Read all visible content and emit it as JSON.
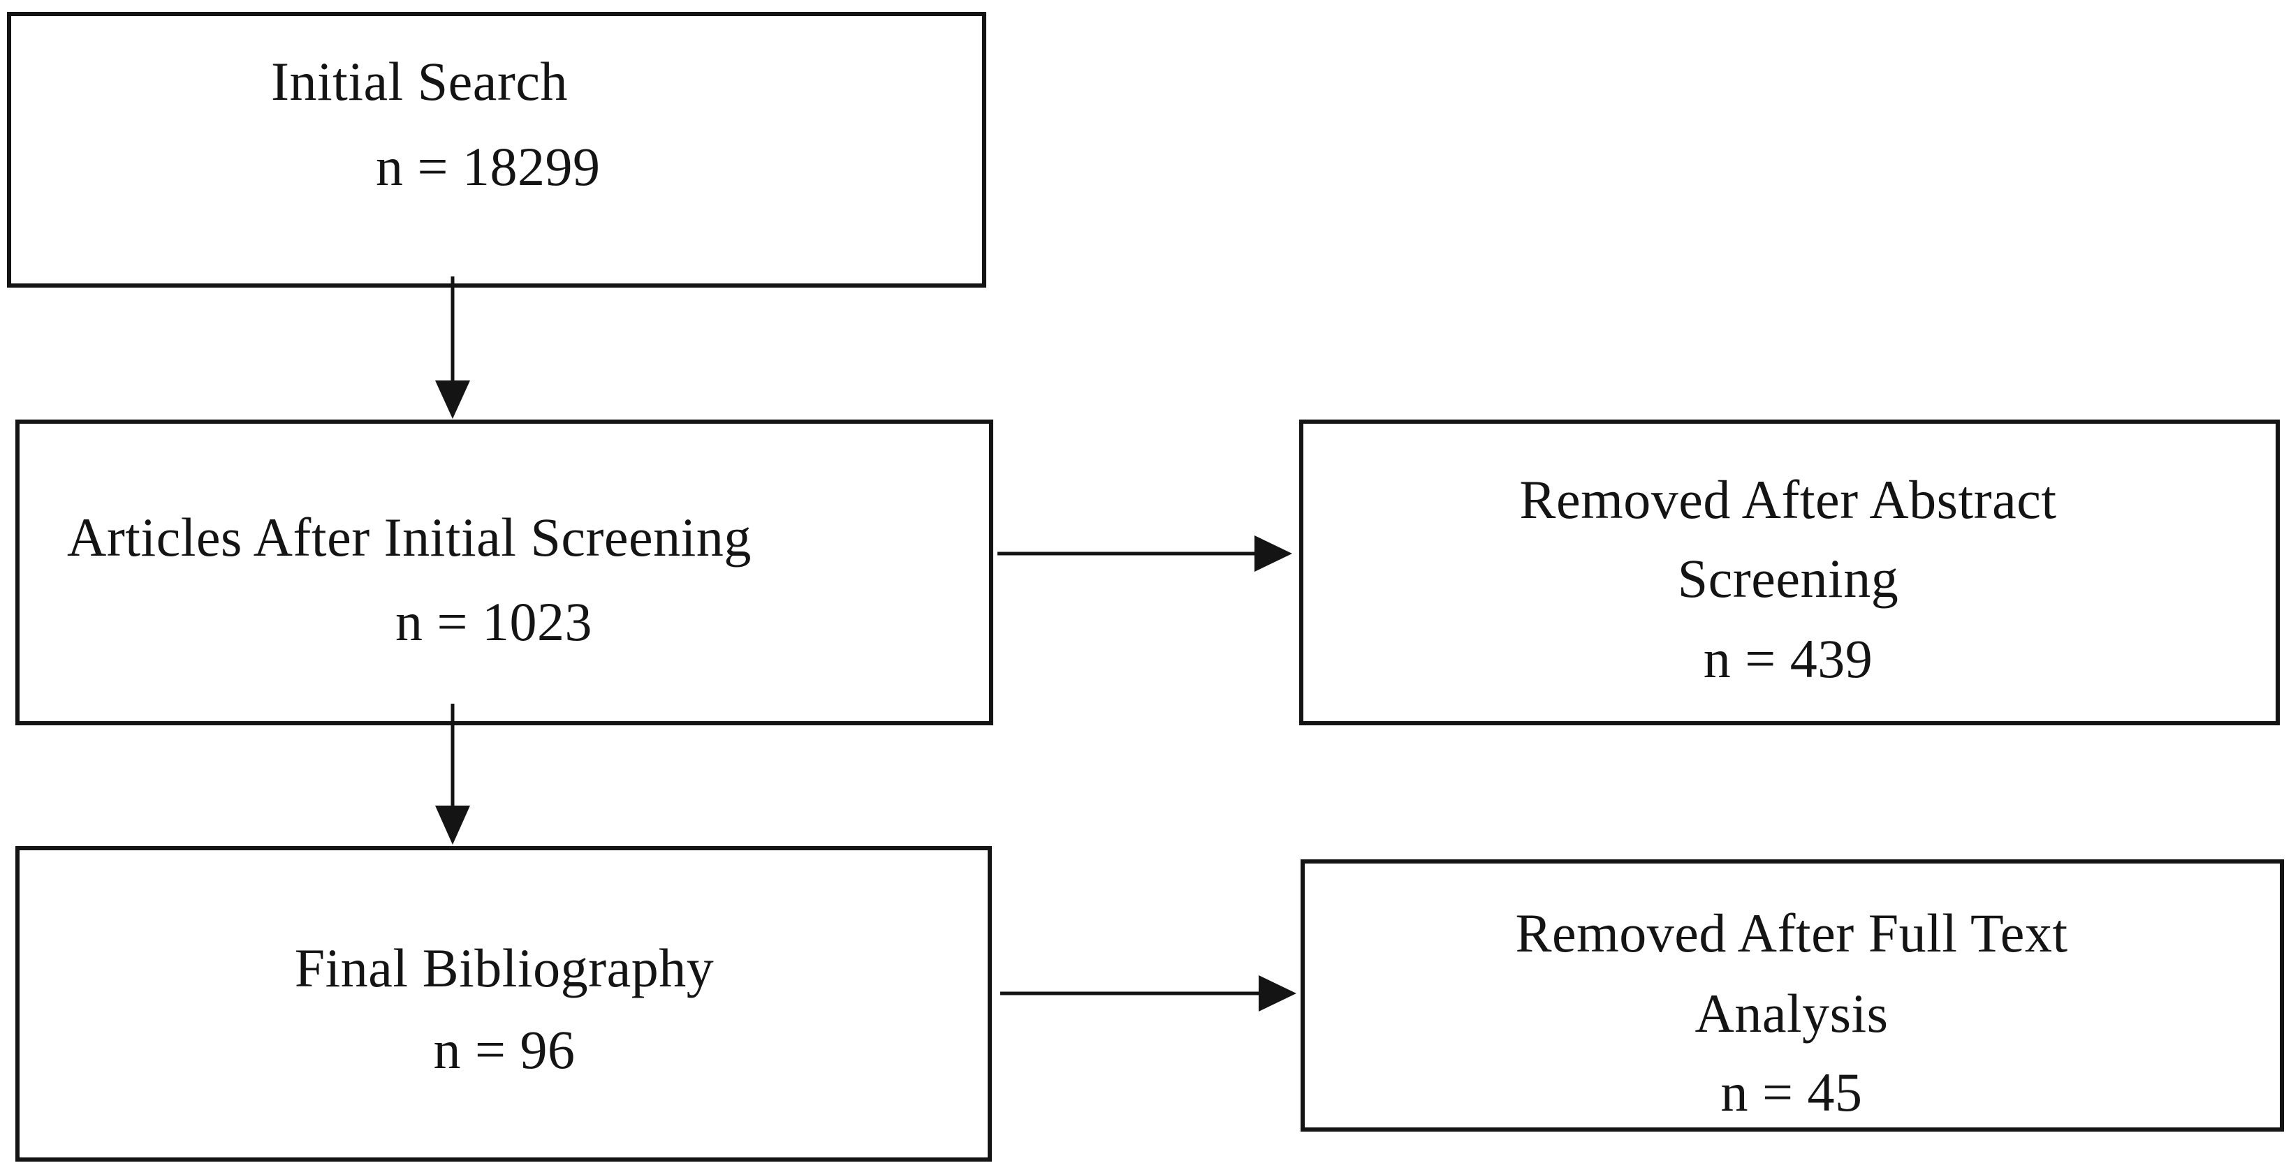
{
  "flowchart": {
    "initial_search": {
      "title": "Initial Search",
      "count": "n = 18299"
    },
    "initial_screening": {
      "title": "Articles After Initial Screening",
      "count": "n = 1023"
    },
    "abstract_removed": {
      "title_line1": "Removed After Abstract",
      "title_line2": "Screening",
      "count": "n = 439"
    },
    "final_bibliography": {
      "title": "Final Bibliography",
      "count": "n = 96"
    },
    "fulltext_removed": {
      "title_line1": "Removed After Full Text",
      "title_line2": "Analysis",
      "count": "n = 45"
    }
  }
}
